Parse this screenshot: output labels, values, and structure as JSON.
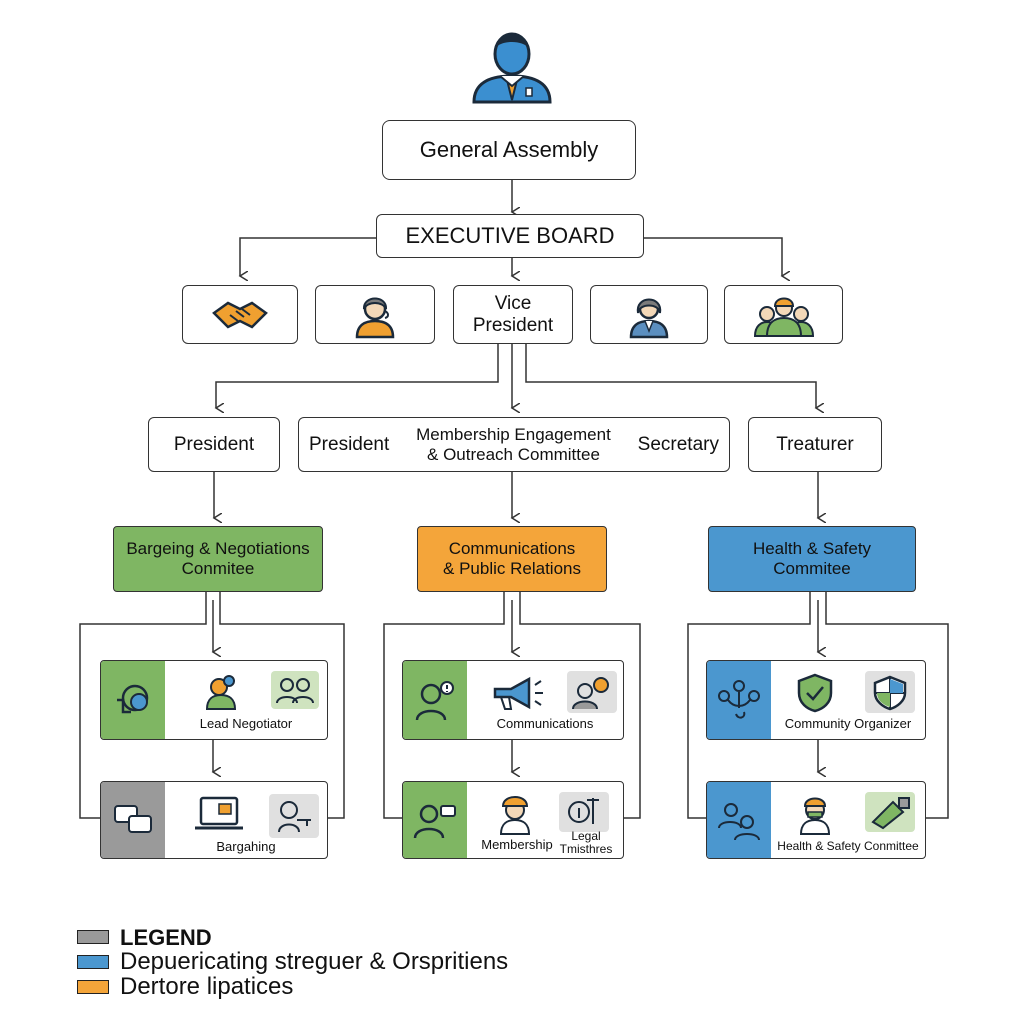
{
  "nodes": {
    "general_assembly": "General Assembly",
    "executive_board": "EXECUTIVE BOARD",
    "vice_president": "Vice\nPresident",
    "president_left": "President",
    "president_mid": "President",
    "membership_engagement": "Membership Engagement\n& Outreach Committee",
    "secretary": "Secretary",
    "treasurer": "Treaturer"
  },
  "committees": {
    "bargaining": "Bargeing & Negotiations\nConmitee",
    "communications": "Communications\n& Public Relations",
    "health_safety": "Health & Safety\nCommitee"
  },
  "roles": {
    "lead_negotiator": "Lead Negotiator",
    "bargaining": "Bargahing",
    "communications": "Communications",
    "membership": "Membership",
    "legal": "Legal\nTmisthres",
    "community_organizer": "Community Organizer",
    "health_safety_committee": "Health & Safety Conmittee"
  },
  "legend": {
    "title": "LEGEND",
    "items": [
      {
        "label": "Depuericating streguer & Orspritiens",
        "color": "#4b97cf"
      },
      {
        "label": "Dertore lipatices",
        "color": "#f4a53a"
      }
    ],
    "title_color": "#9a9a9a"
  },
  "colors": {
    "green": "#7fb663",
    "orange": "#f4a53a",
    "blue": "#4b97cf",
    "gray": "#9a9a9a"
  },
  "icons": {
    "top": "executive-person-icon",
    "row": [
      "handshake-icon",
      "woman-headset-icon",
      "woman-suit-icon",
      "worker-group-icon"
    ]
  }
}
